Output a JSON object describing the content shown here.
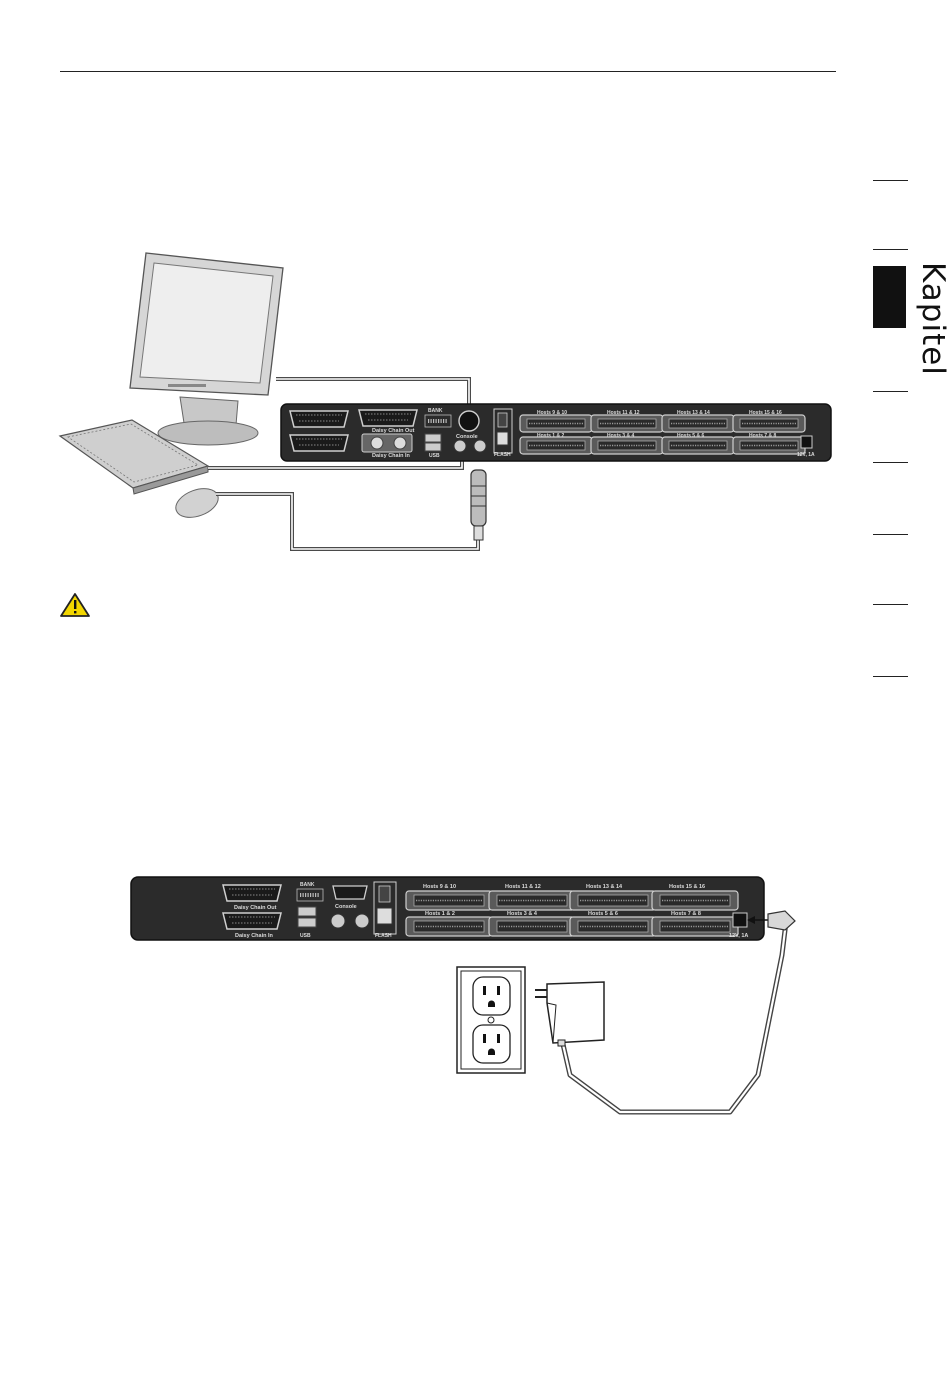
{
  "side_nav": {
    "chapter_label": "Kapitel"
  },
  "figure_top": {
    "port_labels": {
      "daisy_chain_out": "Daisy Chain Out",
      "daisy_chain_in": "Daisy Chain In",
      "bank": "BANK",
      "console": "Console",
      "usb": "USB",
      "flash": "FLASH",
      "power": "12V, 1A",
      "hosts_top": [
        "Hosts 9 & 10",
        "Hosts 11 & 12",
        "Hosts 13 & 14",
        "Hosts 15 & 16"
      ],
      "hosts_bottom": [
        "Hosts 1 & 2",
        "Hosts 3 & 4",
        "Hosts 5 & 6",
        "Hosts 7 & 8"
      ]
    }
  },
  "figure_bottom": {
    "port_labels": {
      "daisy_chain_out": "Daisy Chain Out",
      "daisy_chain_in": "Daisy Chain In",
      "bank": "BANK",
      "console": "Console",
      "usb": "USB",
      "flash": "FLASH",
      "power": "12V, 1A",
      "hosts_top": [
        "Hosts 9 & 10",
        "Hosts 11 & 12",
        "Hosts 13 & 14",
        "Hosts 15 & 16"
      ],
      "hosts_bottom": [
        "Hosts 1 & 2",
        "Hosts 3 & 4",
        "Hosts 5 & 6",
        "Hosts 7 & 8"
      ]
    }
  },
  "icons": {
    "warning": "warning-icon",
    "warning_color": "#f2d600"
  }
}
